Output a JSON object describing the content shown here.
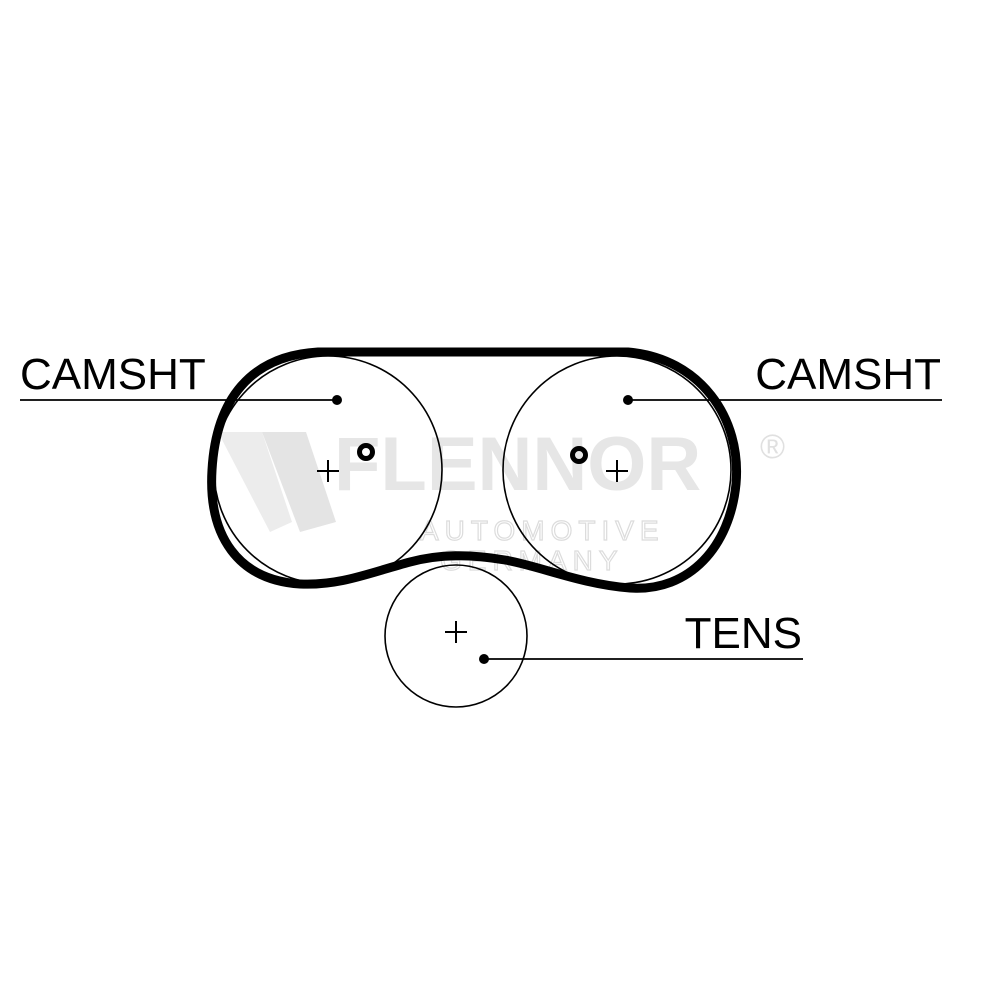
{
  "labels": {
    "camshaft_left": "CAMSHT",
    "camshaft_right": "CAMSHT",
    "tensioner": "TENS"
  },
  "watermark": {
    "brand": "FLENNOR",
    "registered": "®",
    "line1": "AUTOMOTIVE",
    "line2": "GERMANY"
  },
  "colors": {
    "line": "#000000",
    "background": "#ffffff",
    "watermark": "#e6e6e6"
  }
}
